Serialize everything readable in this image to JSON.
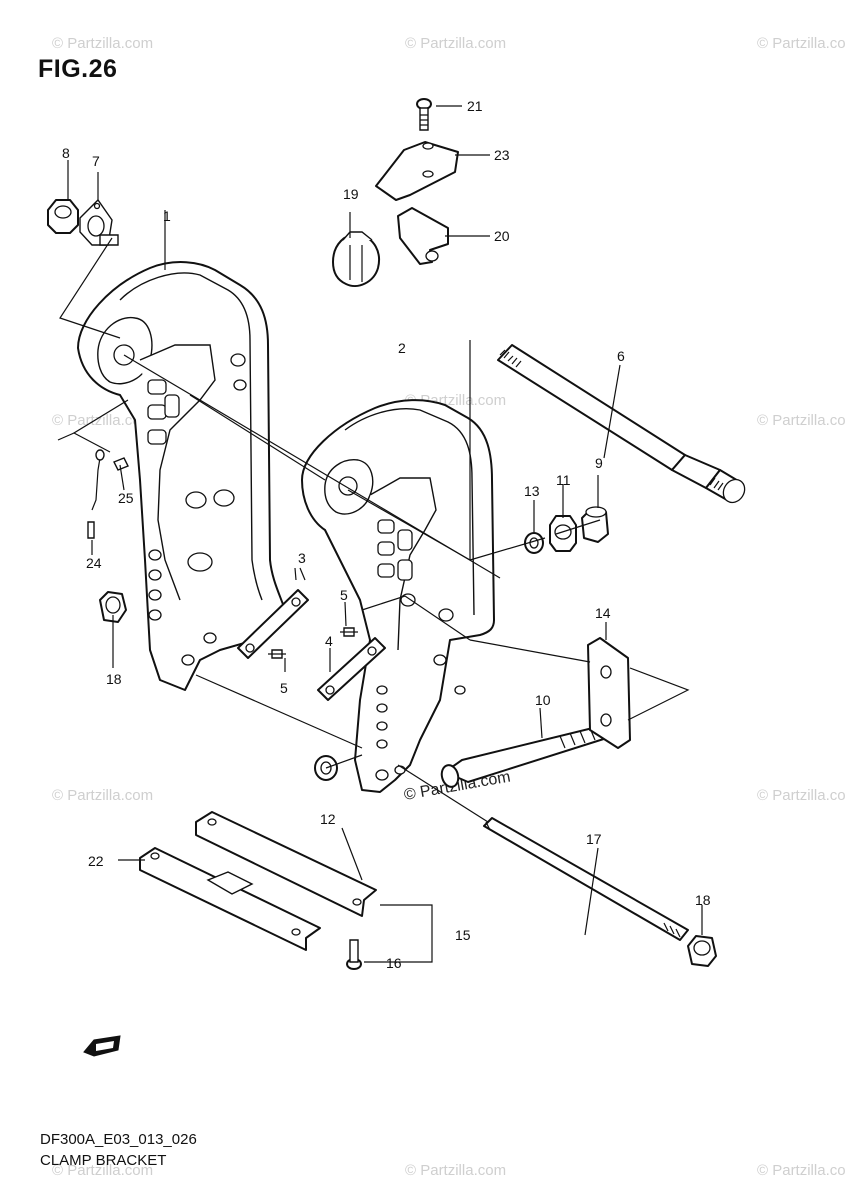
{
  "figure": {
    "title": "FIG.26",
    "diagram_code": "DF300A_E03_013_026",
    "name": "CLAMP BRACKET"
  },
  "watermark": {
    "text": "© Partzilla.com",
    "center_text": "© Partzilla.com"
  },
  "callouts": [
    "1",
    "2",
    "3",
    "4",
    "5",
    "5",
    "6",
    "7",
    "8",
    "9",
    "10",
    "11",
    "12",
    "13",
    "14",
    "15",
    "16",
    "17",
    "18",
    "18",
    "19",
    "20",
    "21",
    "22",
    "23",
    "24",
    "25"
  ],
  "fwd_icon": "fwd-arrow-icon",
  "colors": {
    "line": "#111111",
    "background": "#ffffff",
    "watermark": "#cfcfcf"
  }
}
